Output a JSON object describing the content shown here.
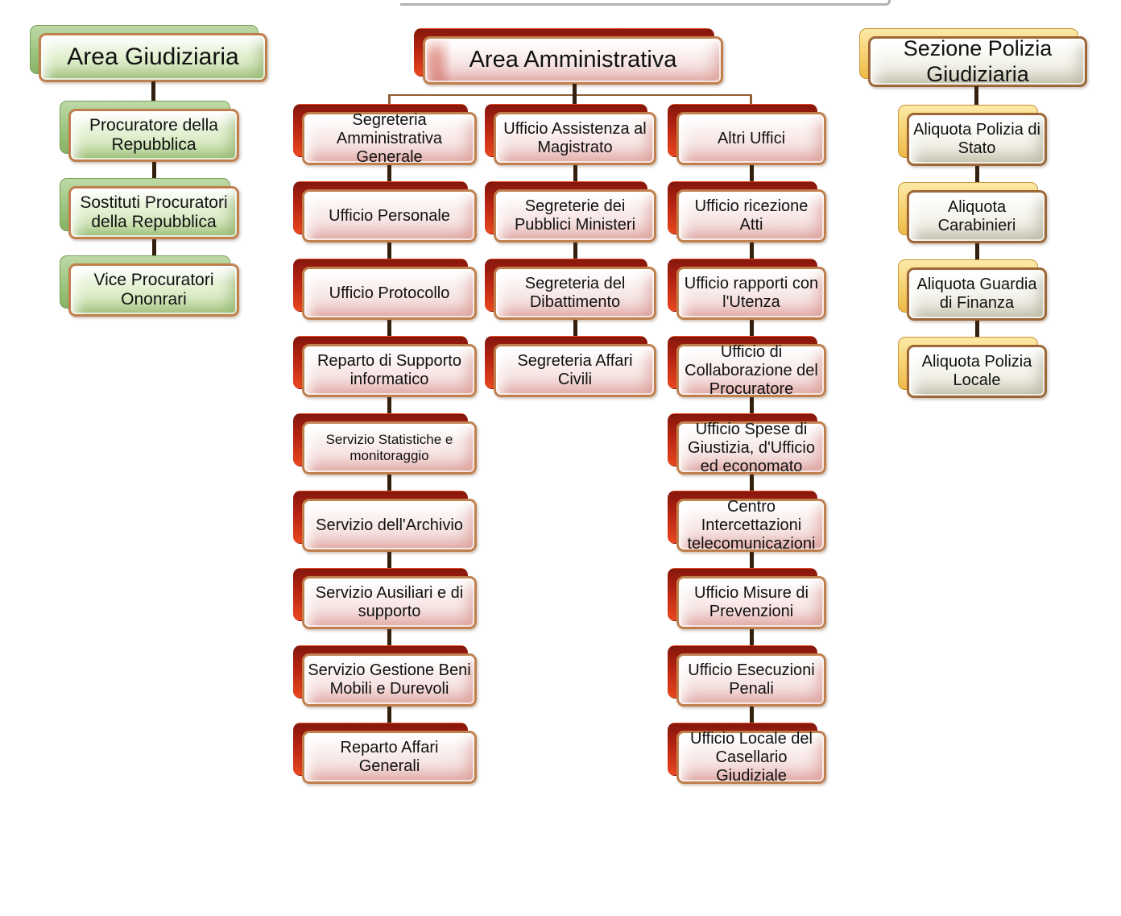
{
  "chart_title": "",
  "colors": {
    "giudiziaria_accent": "#9dc57f",
    "amministrativa_accent": "#c0392b",
    "polizia_accent": "#f7d273",
    "box_border": "#c0804e",
    "connector_dark": "#33200f",
    "connector_light": "#8f5e32"
  },
  "sections": {
    "giudiziaria": {
      "title": "Area Giudiziaria",
      "items": [
        "Procuratore della Repubblica",
        "Sostituti Procuratori della Repubblica",
        "Vice Procuratori Ononrari"
      ]
    },
    "amministrativa": {
      "title": "Area Amministrativa",
      "col1": [
        "Segreteria Amministrativa Generale",
        "Ufficio Personale",
        "Ufficio Protocollo",
        "Reparto di Supporto informatico",
        "Servizio Statistiche e monitoraggio",
        "Servizio dell'Archivio",
        "Servizio Ausiliari e di supporto",
        "Servizio Gestione Beni Mobili e Durevoli",
        "Reparto Affari Generali"
      ],
      "col2": [
        "Ufficio Assistenza al Magistrato",
        "Segreterie dei Pubblici Ministeri",
        "Segreteria del Dibattimento",
        "Segreteria Affari Civili"
      ],
      "col3": [
        "Altri Uffici",
        "Ufficio ricezione Atti",
        "Ufficio rapporti con l'Utenza",
        "Ufficio di Collaborazione del Procuratore",
        "Ufficio Spese di Giustizia, d'Ufficio ed economato",
        "Centro Intercettazioni telecomunicazioni",
        "Ufficio Misure di Prevenzioni",
        "Ufficio Esecuzioni Penali",
        "Ufficio Locale del Casellario Giudiziale"
      ]
    },
    "polizia": {
      "title": "Sezione Polizia Giudiziaria",
      "items": [
        "Aliquota Polizia di Stato",
        "Aliquota Carabinieri",
        "Aliquota Guardia di Finanza",
        "Aliquota Polizia Locale"
      ]
    }
  }
}
